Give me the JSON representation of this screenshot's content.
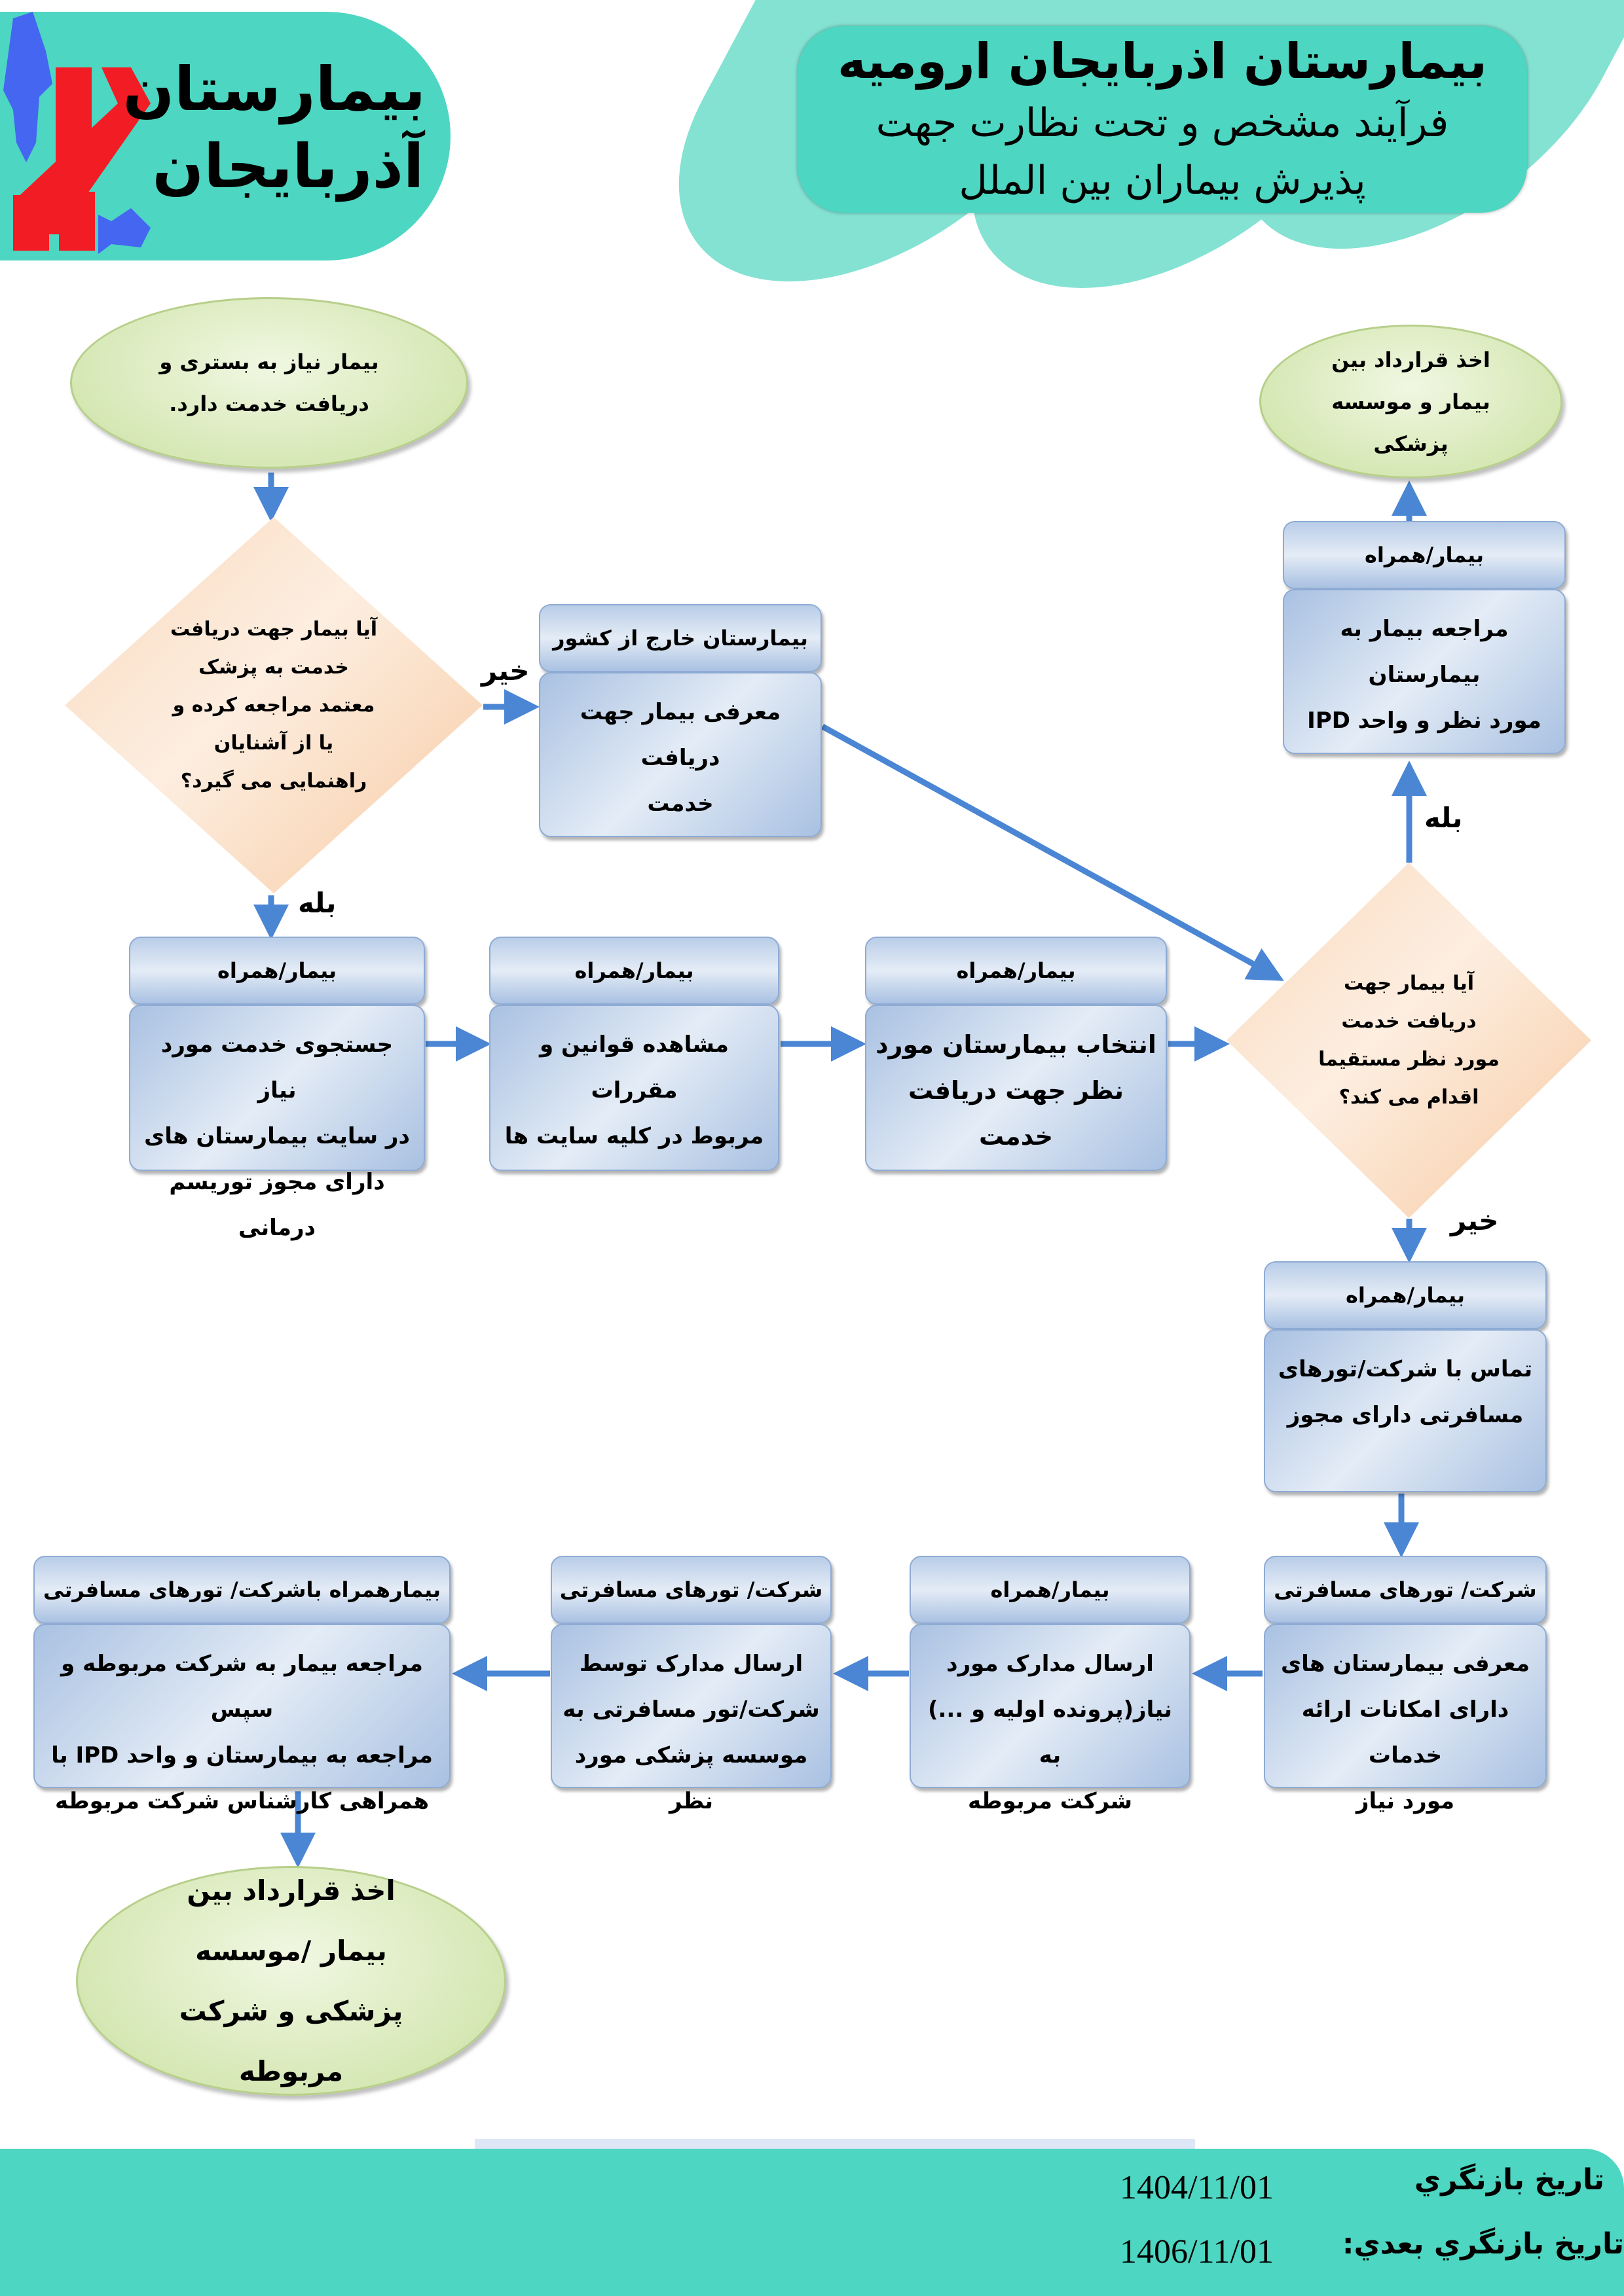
{
  "logo": {
    "line1": "بیمارستان",
    "line2": "آذربایجان",
    "colors": {
      "red": "#f21c24",
      "blue": "#4466f0"
    }
  },
  "title": {
    "line1": "بیمارستان اذربایجان ارومیه",
    "line2": "فرآیند مشخص و تحت نظارت جهت",
    "line3": "پذیرش بیماران بین الملل"
  },
  "flow": {
    "start": "بیمار نیاز به بستری و دریافت خدمت دارد.",
    "decision1": "آیا بیمار جهت دریافت خدمت به پزشک معتمد مراجعه کرده و یا از آشنایان راهنمایی می گیرد؟",
    "decision2": "آیا بیمار جهت دریافت خدمت مورد نظر مستقیما اقدام می کند؟",
    "yes": "بله",
    "no": "خیر",
    "abroad": {
      "header": "بیمارستان خارج از کشور",
      "body": "معرفی بیمار جهت دریافت\nخدمت"
    },
    "row2": [
      {
        "header": "بیمار/همراه",
        "body": "جستجوی خدمت مورد نیاز\nدر سایت بیمارستان های\nدارای مجوز توریسم درمانی"
      },
      {
        "header": "بیمار/همراه",
        "body": "مشاهده قوانین و مقررات\nمربوط در کلیه سایت ها"
      },
      {
        "header": "بیمار/همراه",
        "body": "انتخاب بیمارستان مورد\nنظر جهت دریافت خدمت"
      }
    ],
    "ipd": {
      "header": "بیمار/همراه",
      "body": "مراجعه بیمار به بیمارستان\nمورد نظر و واحد IPD"
    },
    "end_direct": "اخذ قرارداد بین بیمار و موسسه پزشکی",
    "contact": {
      "header": "بیمار/همراه",
      "body": "تماس با شرکت/تورهای\nمسافرتی دارای مجوز"
    },
    "bottom_row": [
      {
        "header": "شرکت/ تورهای مسافرتی",
        "body": "معرفی بیمارستان های\nدارای امکانات ارائه خدمات\nمورد نیاز"
      },
      {
        "header": "بیمار/همراه",
        "body": "ارسال مدارک مورد\nنیاز(پرونده اولیه و ...) به\nشرکت مربوطه"
      },
      {
        "header": "شرکت/ تورهای مسافرتی",
        "body": "ارسال مدارک توسط\nشرکت/تور مسافرتی به\nموسسه پزشکی مورد نظر"
      },
      {
        "header": "بیمارهمراه باشرکت/ تورهای مسافرتی",
        "body": "مراجعه بیمار به شرکت مربوطه و سپس\nمراجعه به بیمارستان و واحد IPD با\nهمراهی کارشناس شرکت مربوطه"
      }
    ],
    "end_company": "اخذ قرارداد بین بیمار /موسسه پزشکی و شرکت مربوطه"
  },
  "footer": {
    "review_label": "تاريخ بازنگري",
    "review_date": "1404/11/01",
    "next_review_label": "تاريخ بازنگري بعدي:",
    "next_review_date": "1406/11/01"
  },
  "colors": {
    "teal": "#4dd6c1",
    "arrow": "#4a86d4",
    "box": "#c5d5ec",
    "decision": "#f9d4b2",
    "terminal": "#d6e8b5"
  }
}
